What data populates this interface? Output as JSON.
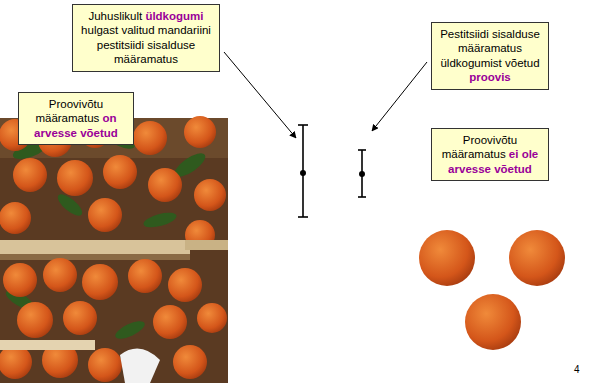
{
  "diagram": {
    "nodes": [
      {
        "text": [
          "Juhuslikult üldkogumi hulgast valitud mandariini pestitsiidi sisalduse määramatus"
        ]
      },
      {
        "text": [
          "Proovivõtu määramatus on arvesse võetud"
        ]
      },
      {
        "text": [
          "Pestitsiidi sisalduse määramatus üldkogumist võetud proovis"
        ]
      },
      {
        "text": [
          "Proovivõtu määramatus ei ole arvesse võetud"
        ]
      }
    ],
    "labels": [
      "4"
    ]
  }
}
